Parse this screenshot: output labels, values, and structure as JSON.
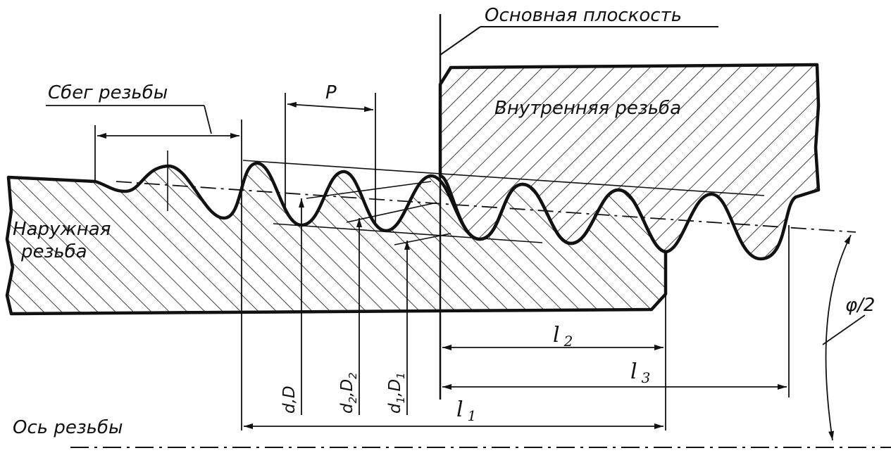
{
  "labels": {
    "base_plane": "Основная плоскость",
    "runout": "Сбег резьбы",
    "pitch": "P",
    "internal_thread": "Внутренняя резьба",
    "external_thread_line1": "Наружная",
    "external_thread_line2": "резьба",
    "thread_axis": "Ось резьбы",
    "d_major": "d,D",
    "d_pitch": "d",
    "d_pitch_sub": "2",
    "d_pitch_D": ",D",
    "d_pitch_D_sub": "2",
    "d_minor": "d",
    "d_minor_sub": "1",
    "d_minor_D": ",D",
    "d_minor_D_sub": "1",
    "l1_main": "l",
    "l1_sub": "1",
    "l2_main": "l",
    "l2_sub": "2",
    "l3_main": "l",
    "l3_sub": "3",
    "half_angle": "φ/2"
  },
  "colors": {
    "ink": "#111111",
    "paper": "#ffffff"
  }
}
